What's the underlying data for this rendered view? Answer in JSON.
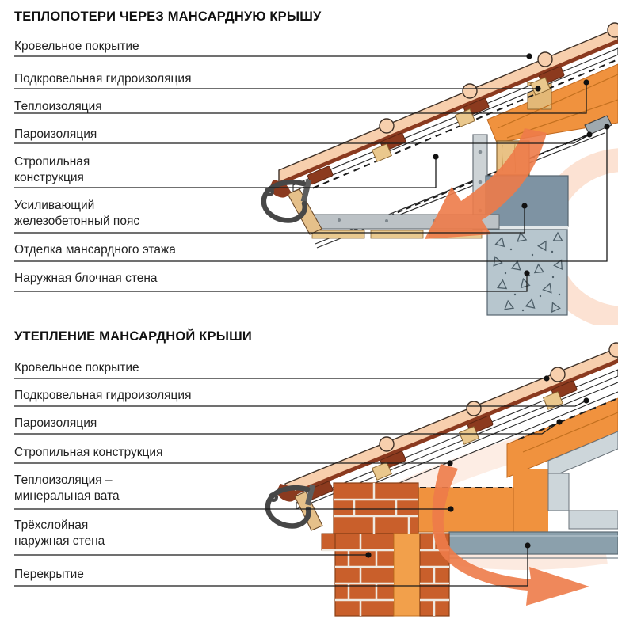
{
  "palette": {
    "tile": "#F7CFAD",
    "batten_brown": "#8C3A1E",
    "wood": "#EAC88D",
    "insulation_orange": "#F0923E",
    "steel_grey": "#C9CFD3",
    "concrete_belt": "#7E93A3",
    "block_wall": "#B7C6CE",
    "brick": "#C95F2B",
    "brick_core": "#F2A04B",
    "slab": "#8BA0AC",
    "heat_arrow": "#ED7B49",
    "line": "#1A1A1A"
  },
  "sections": [
    {
      "title": "ТЕПЛОПОТЕРИ ЧЕРЕЗ МАНСАРДНУЮ КРЫШУ",
      "labels": [
        "Кровельное покрытие",
        "Подкровельная гидроизоляция",
        "Теплоизоляция",
        "Пароизоляция",
        "Стропильная\nконструкция",
        "Усиливающий\nжелезобетонный пояс",
        "Отделка мансардного этажа",
        "Наружная блочная стена"
      ]
    },
    {
      "title": "УТЕПЛЕНИЕ МАНСАРДНОЙ КРЫШИ",
      "labels": [
        "Кровельное покрытие",
        "Подкровельная гидроизоляция",
        "Пароизоляция",
        "Стропильная конструкция",
        "Теплоизоляция –\nминеральная вата",
        "Трёхслойная\nнаружная стена",
        "Перекрытие"
      ]
    }
  ]
}
